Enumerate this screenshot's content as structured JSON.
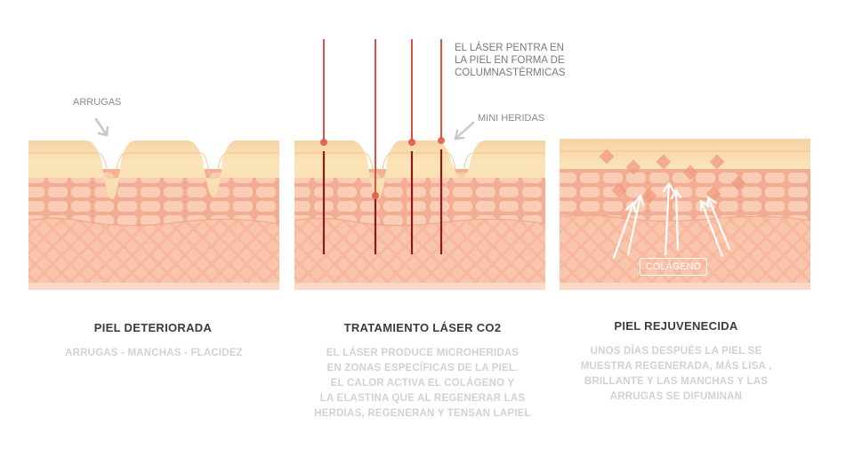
{
  "annotations": {
    "arrugas": "ARRUGAS",
    "mini_heridas": "MINI HERIDAS",
    "laser_columnas": "EL LÁSER PENTRA EN\nLA PIEL EN FORMA DE\nCOLUMNASTÉRMICAS",
    "colageno": "COLÁGENO"
  },
  "panels": [
    {
      "title": "PIEL DETERIORADA",
      "description": "ARRUGAS - MANCHAS - FLACIDEZ"
    },
    {
      "title": "TRATAMIENTO LÁSER CO2",
      "description": "EL LÁSER PRODUCE MICROHERIDAS\nEN ZONAS ESPECÍFICAS DE LA PIEL.\nEL CALOR ACTIVA EL COLÁGENO Y\nLA ELASTINA QUE AL REGENERAR LAS\nHERDIAS, REGENERAN Y TENSAN LAPIEL"
    },
    {
      "title": "PIEL REJUVENECIDA",
      "description": "UNOS DÍAS DESPUÉS LA PIEL SE\nMUESTRA REGENERADA, MÁS LISA ,\nBRILLANTE  Y LAS MANCHAS Y LAS\nARRUGAS SE DIFUMINAN"
    }
  ],
  "colors": {
    "epidermis": "#fbe2b4",
    "epidermis_top": "#f7d7a6",
    "cell_layer": "#f6c0a0",
    "dermis": "#f7b89d",
    "dermis_line": "#fad3c0",
    "laser": "#e0513f",
    "laser_deep": "#8c1a1a",
    "arrow_gray": "#c8c8c8"
  }
}
